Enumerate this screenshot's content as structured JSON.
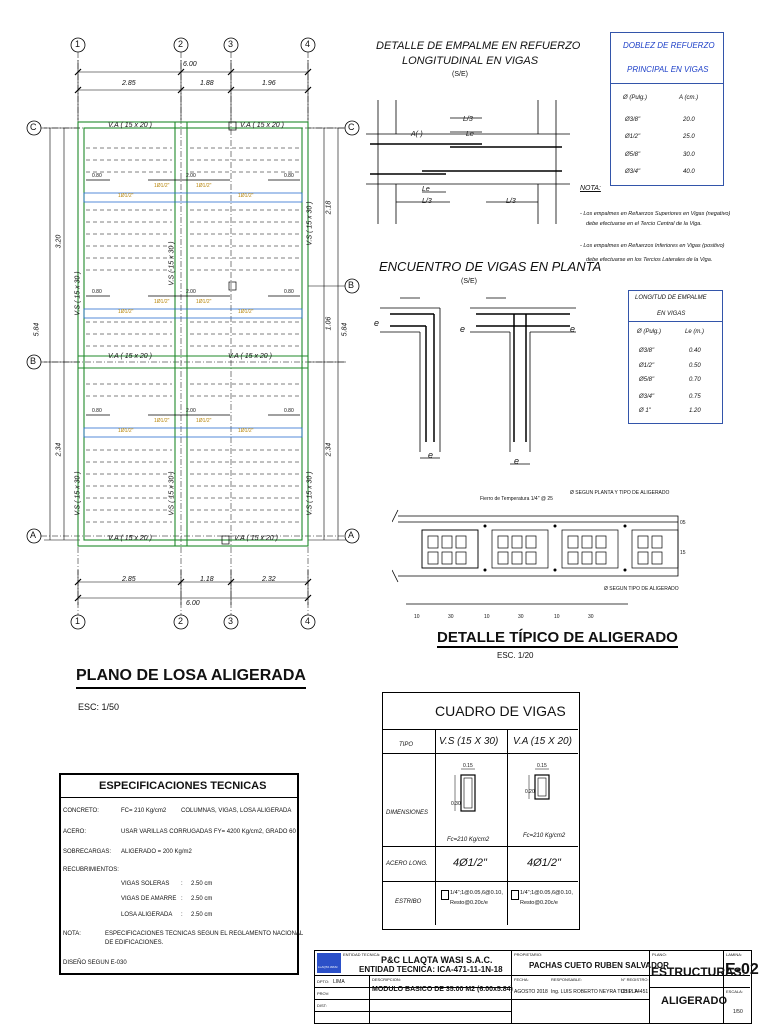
{
  "plan": {
    "axes_top": [
      "1",
      "2",
      "3",
      "4"
    ],
    "axes_bottom": [
      "1",
      "2",
      "3",
      "4"
    ],
    "axes_left": [
      "C",
      "B",
      "A"
    ],
    "axes_right": [
      "C",
      "B",
      "A"
    ],
    "dim_total_top": "6.00",
    "dim_top": [
      "2.85",
      "1.88",
      "1.96"
    ],
    "dim_total_bottom": "6.00",
    "dim_bottom": [
      "2.85",
      "1.18",
      "2.32"
    ],
    "dim_left_total": "5.84",
    "dim_left": [
      "3.20",
      "2.34"
    ],
    "dim_right_total": "5.84",
    "dim_right": [
      "2.18",
      "1.06",
      "2.34"
    ],
    "beam_va": "V.A ( 15 x 20 )",
    "beam_vs": "V.S ( 15 x 30 )",
    "bar_label": "1Ø1/2\"",
    "dist_small": "0.80",
    "dist_large": "2.00"
  },
  "plan_title": "PLANO DE LOSA ALIGERADA",
  "plan_scale": "ESC: 1/50",
  "empalme": {
    "title": "DETALLE DE EMPALME EN REFUERZO",
    "title2": "LONGITUDINAL EN VIGAS",
    "se": "(S/E)",
    "labels": {
      "l3": "L/3",
      "le": "Le",
      "a": "A(-)"
    }
  },
  "doblez": {
    "title": "DOBLEZ DE REFUERZO",
    "title2": "PRINCIPAL EN VIGAS",
    "headers": [
      "Ø (Pulg.)",
      "A (cm.)"
    ],
    "rows": [
      [
        "Ø3/8\"",
        "20.0"
      ],
      [
        "Ø1/2\"",
        "25.0"
      ],
      [
        "Ø5/8\"",
        "30.0"
      ],
      [
        "Ø3/4\"",
        "40.0"
      ]
    ]
  },
  "nota": {
    "title": "NOTA:",
    "n1a": "- Los empalmes en Refuerzos Superiores en Vigas (negativo)",
    "n1b": "debe efectuarse en el Tercio Central de la Viga.",
    "n2a": "- Los empalmes en Refuerzos Inferiores en Vigas (positivo)",
    "n2b": "debe efectuarse en los Tercios Laterales de la Viga."
  },
  "encuentro": {
    "title": "ENCUENTRO DE VIGAS EN PLANTA",
    "se": "(S/E)",
    "e": "e"
  },
  "longitud": {
    "title": "LONGITUD DE EMPALME",
    "title2": "EN VIGAS",
    "headers": [
      "Ø (Pulg.)",
      "Le (m.)"
    ],
    "rows": [
      [
        "Ø3/8\"",
        "0.40"
      ],
      [
        "Ø1/2\"",
        "0.50"
      ],
      [
        "Ø5/8\"",
        "0.70"
      ],
      [
        "Ø3/4\"",
        "0.75"
      ],
      [
        "Ø 1\"",
        "1.20"
      ]
    ]
  },
  "aligerado": {
    "title": "DETALLE TÍPICO DE ALIGERADO",
    "scale": "ESC. 1/20",
    "fierro": "Fierro de Temperatura 1/4\" @ 25",
    "segun1": "Ø SEGUN PLANTA Y TIPO DE ALIGERADO",
    "segun2": "Ø SEGUN TIPO DE ALIGERADO",
    "d10": "10",
    "d30": "30",
    "h05": "05",
    "h15": "15"
  },
  "specs": {
    "title": "ESPECIFICACIONES TECNICAS",
    "concreto_k": "CONCRETO:",
    "concreto_v": "FC= 210 Kg/cm2",
    "concreto_v2": "COLUMNAS, VIGAS, LOSA ALIGERADA",
    "acero_k": "ACERO:",
    "acero_v": "USAR VARILLAS CORRUGADAS FY= 4200 Kg/cm2, GRADO 60",
    "sobre_k": "SOBRECARGAS:",
    "sobre_v": "ALIGERADO = 200 Kg/m2",
    "recub_k": "RECUBRIMIENTOS:",
    "recub": [
      [
        "VIGAS SOLERAS",
        ":",
        "2.50 cm"
      ],
      [
        "VIGAS DE AMARRE",
        ":",
        "2.50 cm"
      ],
      [
        "LOSA ALIGERADA",
        ":",
        "2.50 cm"
      ]
    ],
    "nota_k": "NOTA:",
    "nota_v": "ESPECIFICACIONES TECNICAS SEGUN EL REGLAMENTO NACIONAL",
    "nota_v2": "DE EDIFICACIONES.",
    "diseno": "DISEÑO SEGUN E-030"
  },
  "cuadro": {
    "title": "CUADRO DE VIGAS",
    "tipo": "TIPO",
    "col1": "V.S (15 X 30)",
    "col2": "V.A  (15 X 20)",
    "dim": "DIMENSIONES",
    "acero": "ACERO LONG.",
    "estribo": "ESTRIBO",
    "acero_val": "4Ø1/2\"",
    "fc": "Fc=210 Kg/cm2",
    "s015": "0.15",
    "s030": "0.30",
    "s020": "0.20",
    "estribo_v1": "1/4\";1@0.05,6@0.10,",
    "estribo_v2": "Resto@0.20c/e"
  },
  "titleblock": {
    "entidad_k": "ENTIDAD TECNICA:",
    "company": "P&C LLAQTA WASI S.A.C.",
    "entidad": "ENTIDAD TECNICA:  ICA-471-11-1N-18",
    "prop_k": "PROPIETARIO:",
    "owner": "PACHAS CUETO RUBEN SALVADOR",
    "plano_k": "PLANO:",
    "plano": "ESTRUCTURAS:",
    "plano2": "ALIGERADO",
    "lamina_k": "LAMINA:",
    "sheet": "E-02",
    "desc_k": "DESCRIPCION:",
    "desc": "MODULO BASICO DE 35.00 M2 (6.00x5.84)",
    "dpto_k": "DPTO:",
    "dpto": "LIMA",
    "prov_k": "PROV:",
    "dist_k": "DIST:",
    "fecha_k": "FECHA:",
    "fecha": "AGOSTO 2018",
    "resp_k": "RESPONSABLE:",
    "resp": "Ing. LUIS ROBERTO NEYRA TUBILLA",
    "reg_k": "N° REGISTRO:",
    "reg": "C.I.P. 74451",
    "esc_k": "ESCALA:",
    "esc": "1/50",
    "logo": "LLAQTA WASI"
  }
}
